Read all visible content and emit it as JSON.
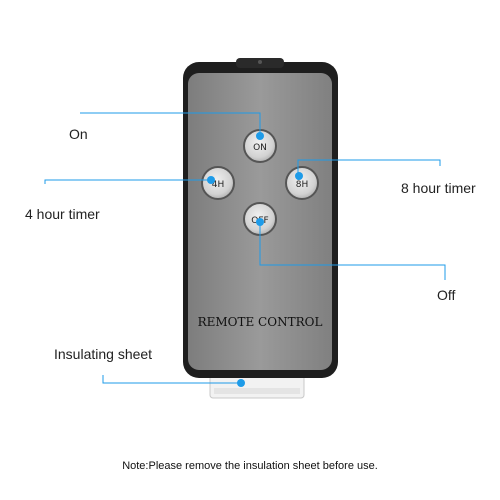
{
  "remote": {
    "label": "REMOTE CONTROL",
    "buttons": {
      "on": "ON",
      "four_hour": "4H",
      "eight_hour": "8H",
      "off": "OFF"
    }
  },
  "callouts": {
    "on": "On",
    "four_hour": "4 hour timer",
    "eight_hour": "8 hour timer",
    "off": "Off",
    "insulating": "Insulating sheet"
  },
  "note": "Note:Please remove the insulation sheet before use.",
  "colors": {
    "accent": "#1e9be8",
    "body": "#8e8e8e",
    "frame": "#222222",
    "button": "#dcdcdc"
  }
}
